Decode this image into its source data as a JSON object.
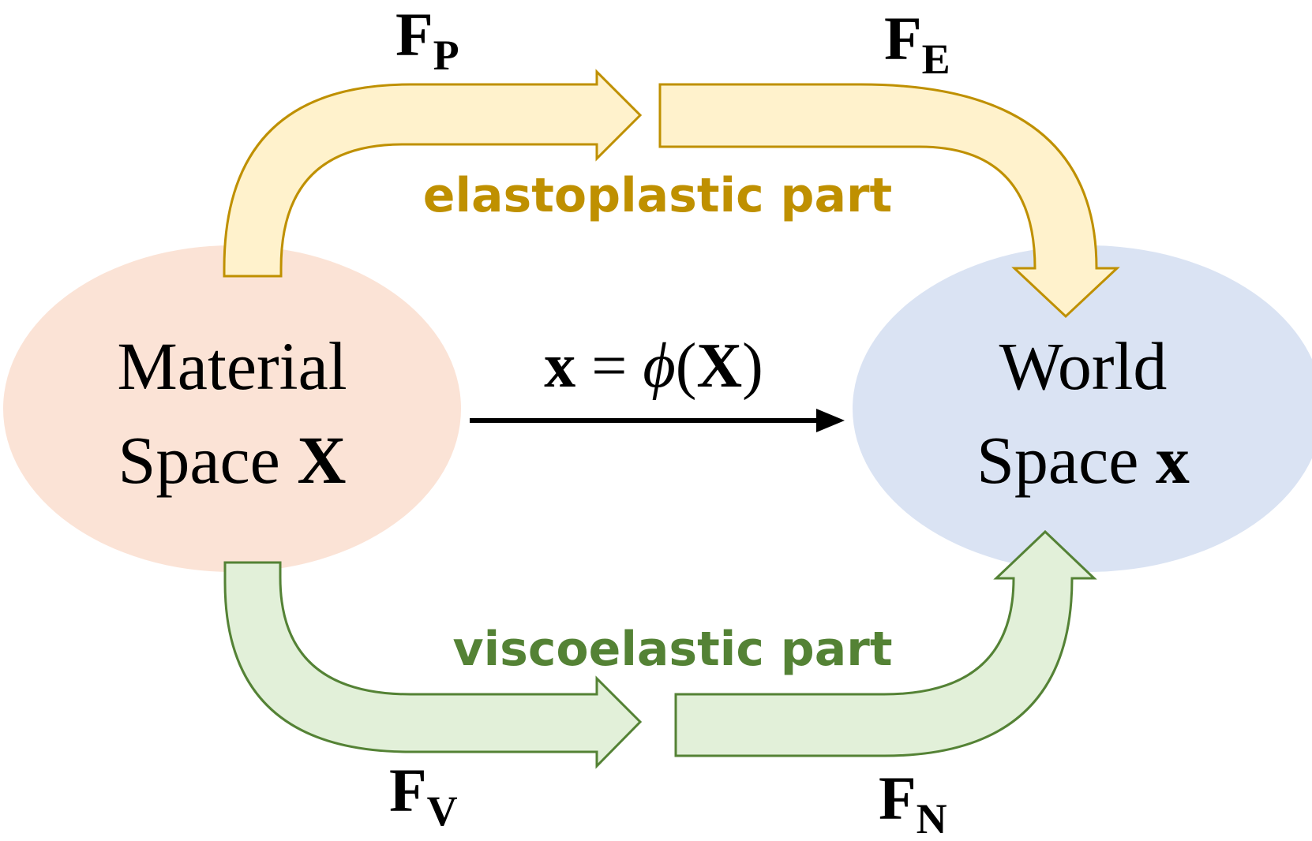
{
  "colors": {
    "material_fill": "#FBE3D6",
    "world_fill": "#DAE3F3",
    "elasto_fill": "#FFF2CC",
    "elasto_stroke": "#BF9000",
    "elasto_text": "#BF9000",
    "visco_fill": "#E2F0D9",
    "visco_stroke": "#548235",
    "visco_text": "#548235",
    "arrow": "#000000"
  },
  "nodes": {
    "material": {
      "line1": "Material",
      "line2_text": "Space ",
      "line2_symbol": "X"
    },
    "world": {
      "line1": "World",
      "line2_text": "Space ",
      "line2_symbol": "x"
    }
  },
  "mapping": {
    "lhs": "x",
    "equals": "=",
    "phi": "ϕ",
    "open_paren": "(",
    "arg": "X",
    "close_paren": ")"
  },
  "labels": {
    "FP": {
      "base": "F",
      "sub": "P"
    },
    "FE": {
      "base": "F",
      "sub": "E"
    },
    "FV": {
      "base": "F",
      "sub": "V"
    },
    "FN": {
      "base": "F",
      "sub": "N"
    },
    "elastoplastic": "elastoplastic part",
    "viscoelastic": "viscoelastic part"
  }
}
